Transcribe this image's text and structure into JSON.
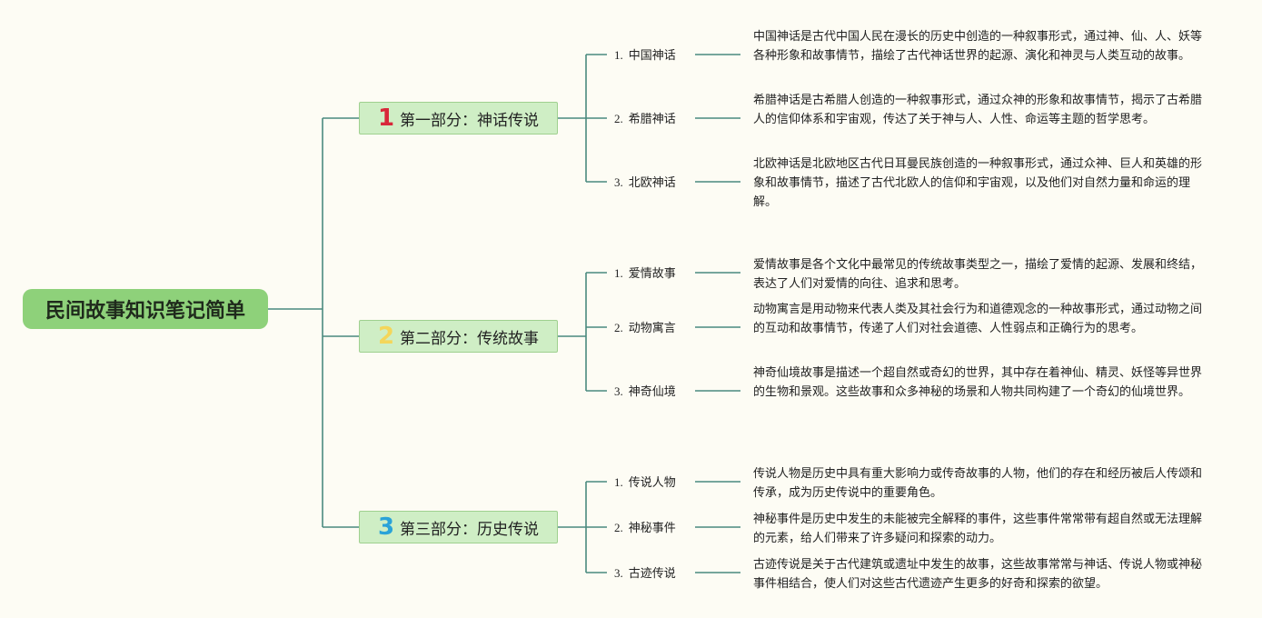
{
  "root": {
    "title": "民间故事知识笔记简单"
  },
  "colors": {
    "line": "#4a8a7e",
    "num1": "#d8283a",
    "num2": "#f4d65a",
    "num3": "#2aa3d8",
    "root_fill": "#8ed17a",
    "part_fill": "#cfeec5"
  },
  "parts": [
    {
      "num": "1",
      "title": "第一部分：神话传说",
      "items": [
        {
          "index": "1.",
          "label": "中国神话",
          "desc": "中国神话是古代中国人民在漫长的历史中创造的一种叙事形式，通过神、仙、人、妖等各种形象和故事情节，描绘了古代神话世界的起源、演化和神灵与人类互动的故事。"
        },
        {
          "index": "2.",
          "label": "希腊神话",
          "desc": "希腊神话是古希腊人创造的一种叙事形式，通过众神的形象和故事情节，揭示了古希腊人的信仰体系和宇宙观，传达了关于神与人、人性、命运等主题的哲学思考。"
        },
        {
          "index": "3.",
          "label": "北欧神话",
          "desc": "北欧神话是北欧地区古代日耳曼民族创造的一种叙事形式，通过众神、巨人和英雄的形象和故事情节，描述了古代北欧人的信仰和宇宙观，以及他们对自然力量和命运的理解。"
        }
      ]
    },
    {
      "num": "2",
      "title": "第二部分：传统故事",
      "items": [
        {
          "index": "1.",
          "label": "爱情故事",
          "desc": "爱情故事是各个文化中最常见的传统故事类型之一，描绘了爱情的起源、发展和终结，表达了人们对爱情的向往、追求和思考。"
        },
        {
          "index": "2.",
          "label": "动物寓言",
          "desc": "动物寓言是用动物来代表人类及其社会行为和道德观念的一种故事形式，通过动物之间的互动和故事情节，传递了人们对社会道德、人性弱点和正确行为的思考。"
        },
        {
          "index": "3.",
          "label": "神奇仙境",
          "desc": "神奇仙境故事是描述一个超自然或奇幻的世界，其中存在着神仙、精灵、妖怪等异世界的生物和景观。这些故事和众多神秘的场景和人物共同构建了一个奇幻的仙境世界。"
        }
      ]
    },
    {
      "num": "3",
      "title": "第三部分：历史传说",
      "items": [
        {
          "index": "1.",
          "label": "传说人物",
          "desc": "传说人物是历史中具有重大影响力或传奇故事的人物，他们的存在和经历被后人传颂和传承，成为历史传说中的重要角色。"
        },
        {
          "index": "2.",
          "label": "神秘事件",
          "desc": "神秘事件是历史中发生的未能被完全解释的事件，这些事件常常带有超自然或无法理解的元素，给人们带来了许多疑问和探索的动力。"
        },
        {
          "index": "3.",
          "label": "古迹传说",
          "desc": "古迹传说是关于古代建筑或遗址中发生的故事，这些故事常常与神话、传说人物或神秘事件相结合，使人们对这些古代遗迹产生更多的好奇和探索的欲望。"
        }
      ]
    }
  ]
}
